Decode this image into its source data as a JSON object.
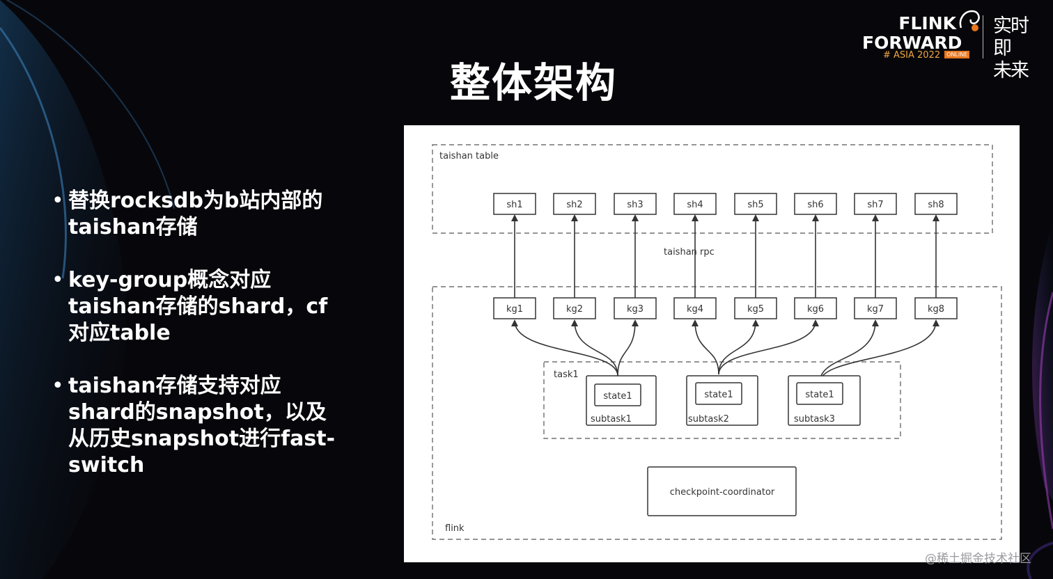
{
  "slide": {
    "title": "整体架构",
    "bullets": [
      "替换rocksdb为b站内部的taishan存储",
      "key-group概念对应taishan存储的shard，cf对应table",
      "taishan存储支持对应shard的snapshot，以及从历史snapshot进行fast-switch"
    ],
    "bullet_marker": "•"
  },
  "logo": {
    "line1": "FLINK",
    "line2": "FORWARD",
    "event": "# ASIA 2022",
    "badge": "ONLINE",
    "cn_line1": "实时即",
    "cn_line2": "未来"
  },
  "diagram": {
    "taishan_table_label": "taishan table",
    "rpc_label": "taishan rpc",
    "flink_label": "flink",
    "task_label": "task1",
    "shards": [
      "sh1",
      "sh2",
      "sh3",
      "sh4",
      "sh5",
      "sh6",
      "sh7",
      "sh8"
    ],
    "key_groups": [
      "kg1",
      "kg2",
      "kg3",
      "kg4",
      "kg5",
      "kg6",
      "kg7",
      "kg8"
    ],
    "subtasks": [
      {
        "name": "subtask1",
        "state": "state1"
      },
      {
        "name": "subtask2",
        "state": "state1"
      },
      {
        "name": "subtask3",
        "state": "state1"
      }
    ],
    "coordinator": "checkpoint-coordinator"
  },
  "watermark": "@稀土掘金技术社区"
}
